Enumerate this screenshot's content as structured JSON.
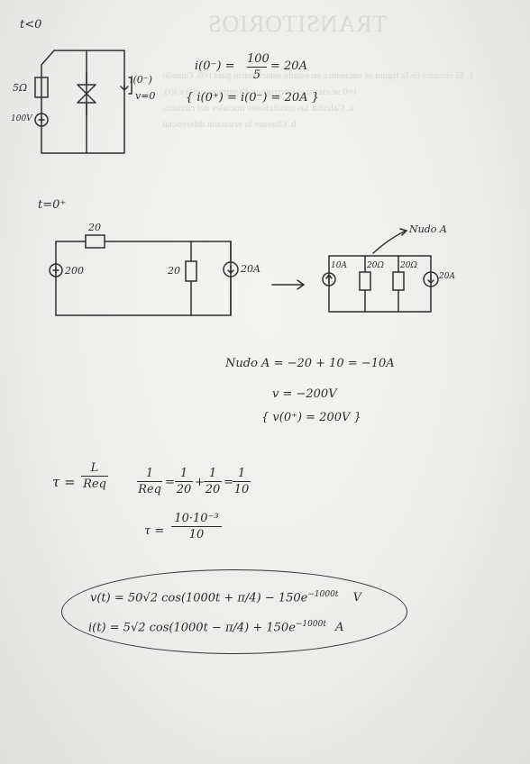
{
  "bleed": {
    "title": "TRANSITORIOS",
    "line1": "1. El circuito de la figura se encuentra en estado estacionario para t<0. Cuando",
    "line2": "t=0 se cierra el interruptor. Determinar v(t) e i(t).",
    "line3": "a. Calcular las condiciones iniciales del circuito.",
    "line4": "b. Obtener la ecuación diferencial"
  },
  "section1": {
    "label": "t<0",
    "r_label": "5Ω",
    "v_label": "100V",
    "i_label": "i(0⁻)",
    "v0_label": "v=0",
    "eq1_lhs": "i(0⁻) =",
    "eq1_num": "100",
    "eq1_den": "5",
    "eq1_rhs": "= 20A",
    "eq2": "{ i(0⁺) = i(0⁻) = 20A }"
  },
  "section2": {
    "label": "t=0⁺",
    "r_top": "20",
    "v_src": "200",
    "r_mid": "20",
    "i_src": "20A",
    "node_label": "Nudo A",
    "src_a": "10A",
    "r_a": "20Ω",
    "r_b": "20Ω",
    "src_b": "20A"
  },
  "section3": {
    "node_eq": "Nudo A = −20 + 10 = −10A",
    "v_eq": "v = −200V",
    "vinit": "{ v(0⁺) = 200V }"
  },
  "section4": {
    "tau_lhs": "τ =",
    "tau_num": "L",
    "tau_den": "Req",
    "req_num": "1",
    "req_den": "Req",
    "req_eq": "=",
    "t1_num": "1",
    "t1_den": "20",
    "plus": "+",
    "t2_num": "1",
    "t2_den": "20",
    "eq2": "=",
    "t3_num": "1",
    "t3_den": "10",
    "tau2_lhs": "τ =",
    "tau2_num": "10·10⁻³",
    "tau2_den": "10"
  },
  "result": {
    "v_line_main": "v(t) = 50√2 cos(1000t + π/4) − 150e",
    "v_exp": "−1000t",
    "v_unit": "V",
    "i_line_main": "i(t) = 5√2 cos(1000t − π/4) + 150e",
    "i_exp": "−1000t",
    "i_unit": "A"
  }
}
